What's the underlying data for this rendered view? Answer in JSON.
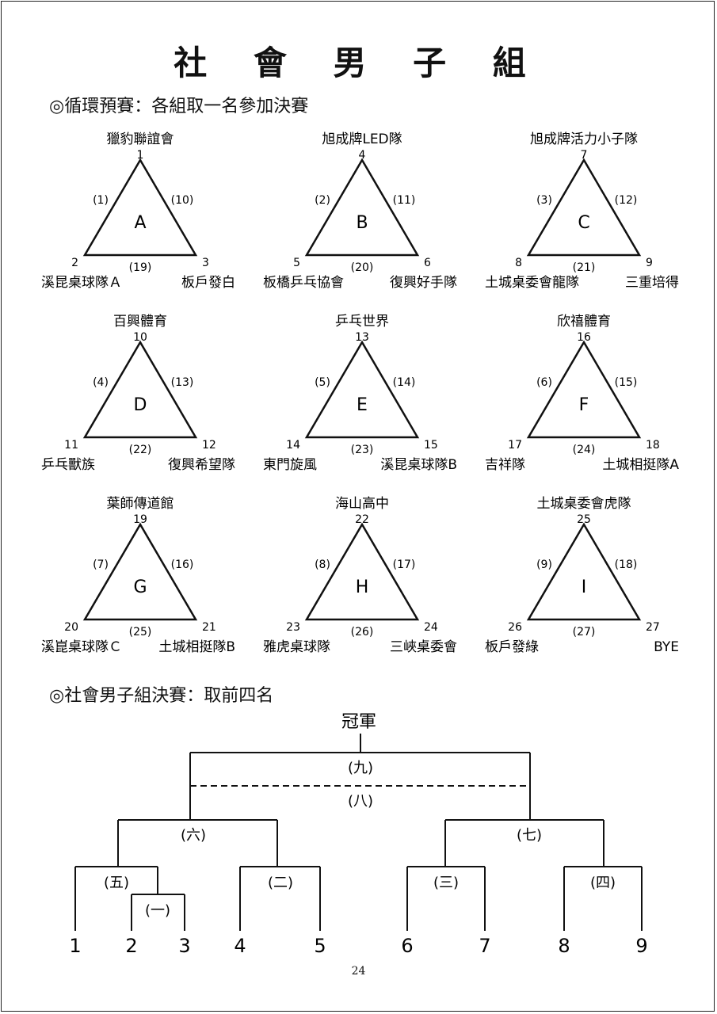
{
  "title": "社 會 男 子 組",
  "section1": "◎循環預賽：各組取一名參加決賽",
  "section2": "◎社會男子組決賽：取前四名",
  "page_number": "24",
  "groups": [
    {
      "letter": "A",
      "top": {
        "name": "獵豹聯誼會",
        "num": "1"
      },
      "left": {
        "name": "溪昆桌球隊Ａ",
        "num": "2"
      },
      "right": {
        "name": "板戶發白",
        "num": "3"
      },
      "matches": [
        "(1)",
        "(10)",
        "(19)"
      ]
    },
    {
      "letter": "B",
      "top": {
        "name": "旭成牌LED隊",
        "num": "4"
      },
      "left": {
        "name": "板橋乒乓協會",
        "num": "5"
      },
      "right": {
        "name": "復興好手隊",
        "num": "6"
      },
      "matches": [
        "(2)",
        "(11)",
        "(20)"
      ]
    },
    {
      "letter": "C",
      "top": {
        "name": "旭成牌活力小子隊",
        "num": "7"
      },
      "left": {
        "name": "土城桌委會龍隊",
        "num": "8"
      },
      "right": {
        "name": "三重培得",
        "num": "9"
      },
      "matches": [
        "(3)",
        "(12)",
        "(21)"
      ]
    },
    {
      "letter": "D",
      "top": {
        "name": "百興體育",
        "num": "10"
      },
      "left": {
        "name": "乒乓獸族",
        "num": "11"
      },
      "right": {
        "name": "復興希望隊",
        "num": "12"
      },
      "matches": [
        "(4)",
        "(13)",
        "(22)"
      ]
    },
    {
      "letter": "E",
      "top": {
        "name": "乒乓世界",
        "num": "13"
      },
      "left": {
        "name": "東門旋風",
        "num": "14"
      },
      "right": {
        "name": "溪昆桌球隊B",
        "num": "15"
      },
      "matches": [
        "(5)",
        "(14)",
        "(23)"
      ]
    },
    {
      "letter": "F",
      "top": {
        "name": "欣禧體育",
        "num": "16"
      },
      "left": {
        "name": "吉祥隊",
        "num": "17"
      },
      "right": {
        "name": "土城相挺隊A",
        "num": "18"
      },
      "matches": [
        "(6)",
        "(15)",
        "(24)"
      ]
    },
    {
      "letter": "G",
      "top": {
        "name": "葉師傳道館",
        "num": "19"
      },
      "left": {
        "name": "溪崑桌球隊Ｃ",
        "num": "20"
      },
      "right": {
        "name": "土城相挺隊B",
        "num": "21"
      },
      "matches": [
        "(7)",
        "(16)",
        "(25)"
      ]
    },
    {
      "letter": "H",
      "top": {
        "name": "海山高中",
        "num": "22"
      },
      "left": {
        "name": "雅虎桌球隊",
        "num": "23"
      },
      "right": {
        "name": "三峽桌委會",
        "num": "24"
      },
      "matches": [
        "(8)",
        "(17)",
        "(26)"
      ]
    },
    {
      "letter": "I",
      "top": {
        "name": "土城桌委會虎隊",
        "num": "25"
      },
      "left": {
        "name": "板戶發綠",
        "num": "26"
      },
      "right": {
        "name": "BYE",
        "num": "27"
      },
      "matches": [
        "(9)",
        "(18)",
        "(27)"
      ]
    }
  ],
  "bracket": {
    "champion": "冠軍",
    "slots": [
      "1",
      "2",
      "3",
      "4",
      "5",
      "6",
      "7",
      "8",
      "9"
    ],
    "matches": [
      "(一)",
      "(二)",
      "(三)",
      "(四)",
      "(五)",
      "(六)",
      "(七)",
      "(八)",
      "(九)"
    ]
  }
}
